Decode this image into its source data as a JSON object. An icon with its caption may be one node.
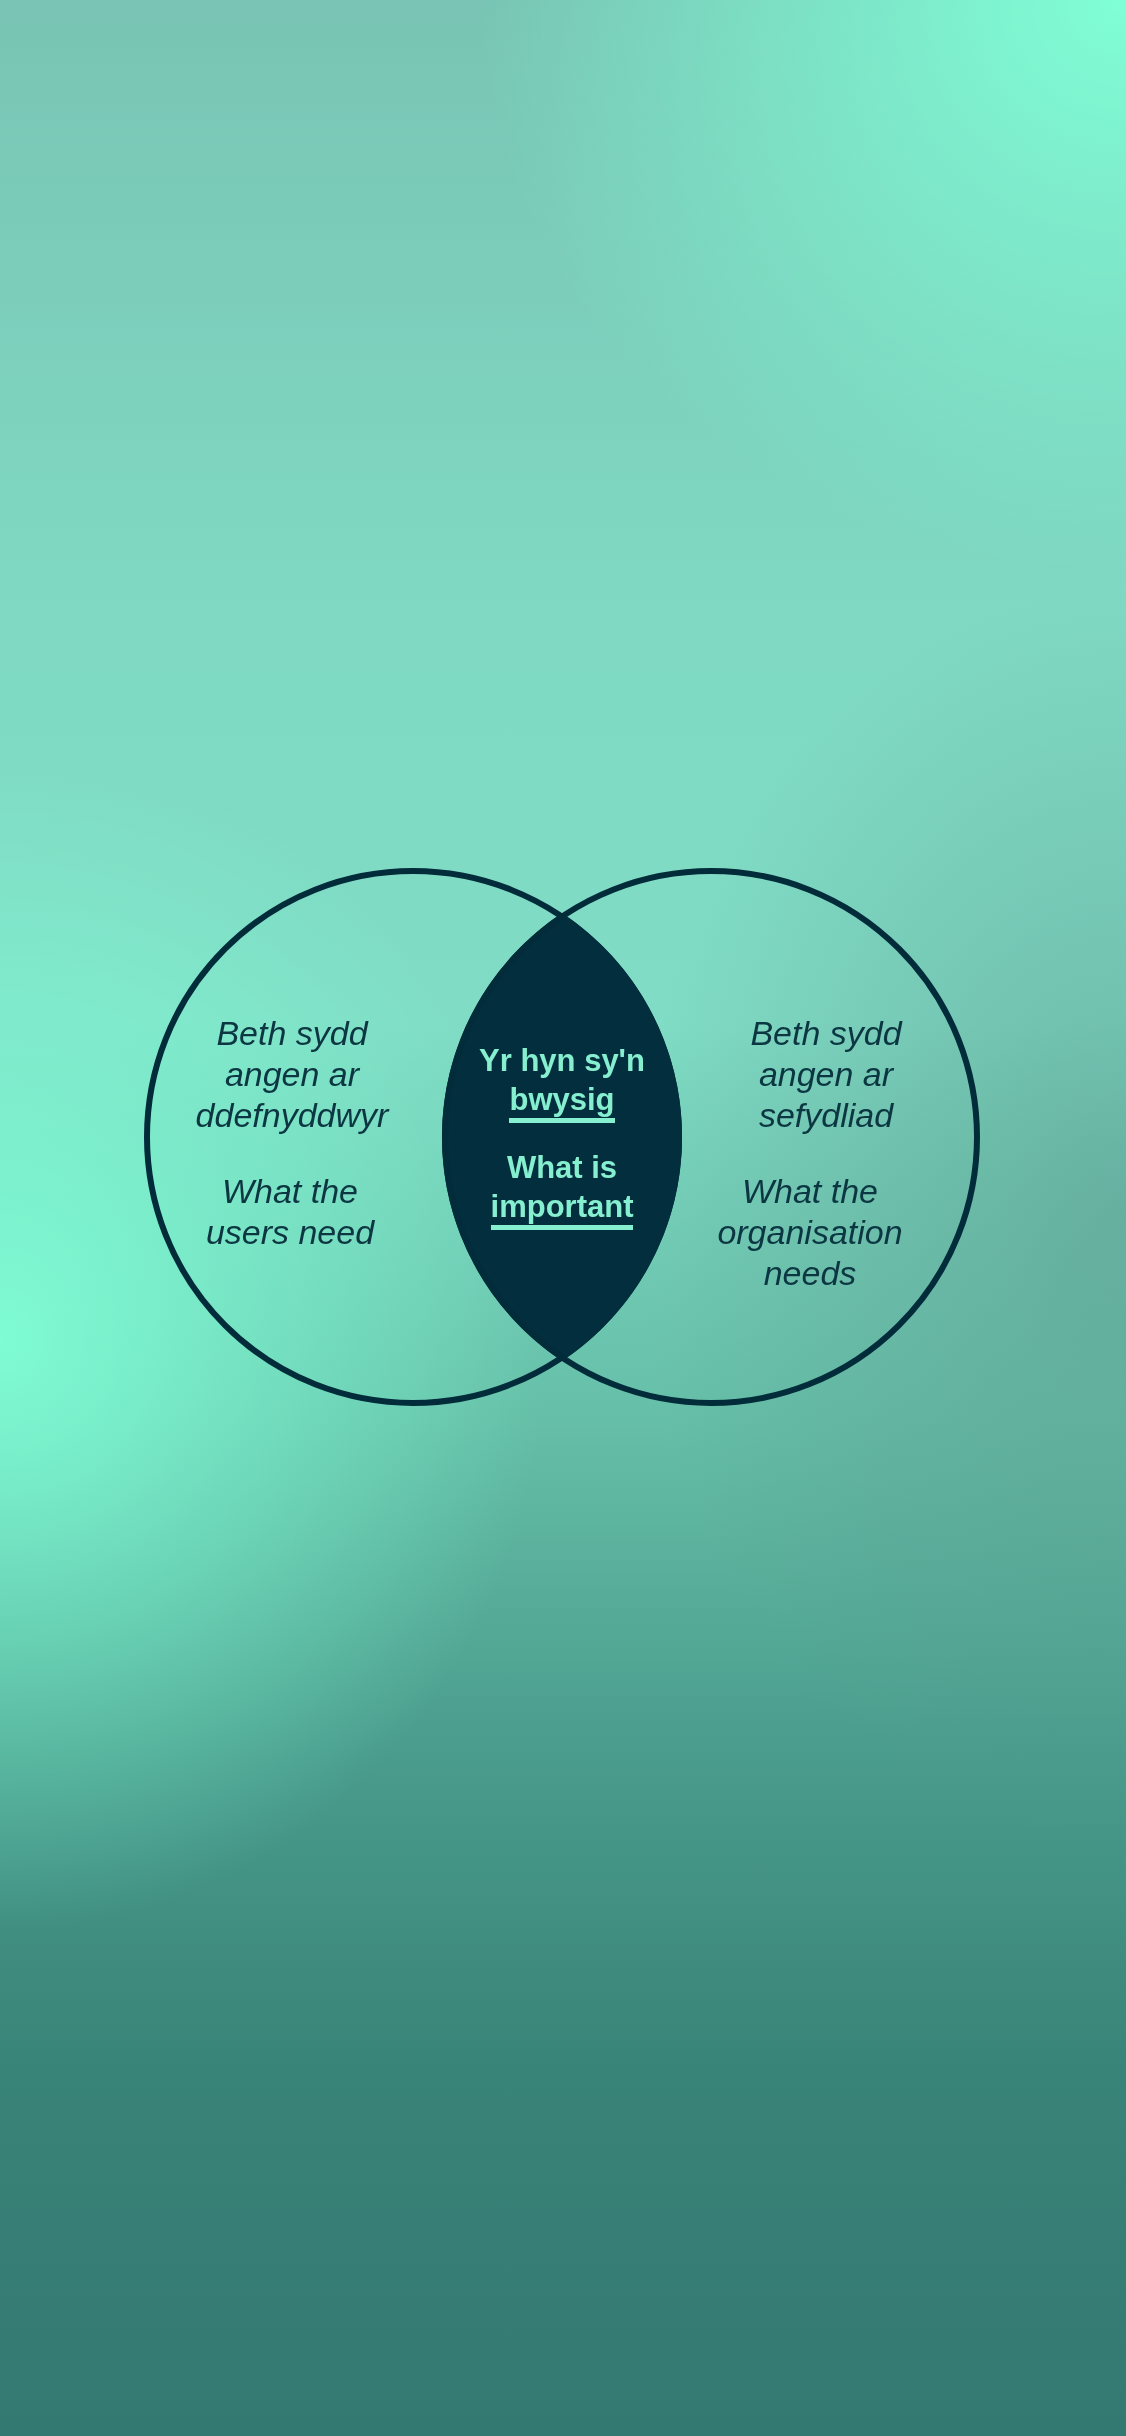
{
  "diagram": {
    "nodes": [
      {
        "text": [
          "Beth sydd angen ar ddefnyddwyr",
          "What the users need"
        ]
      },
      {
        "text": [
          "Yr hyn sy'n bwysig",
          "What is important"
        ]
      },
      {
        "text": [
          "Beth sydd angen ar sefydliad",
          "What the organisation needs"
        ]
      }
    ]
  }
}
